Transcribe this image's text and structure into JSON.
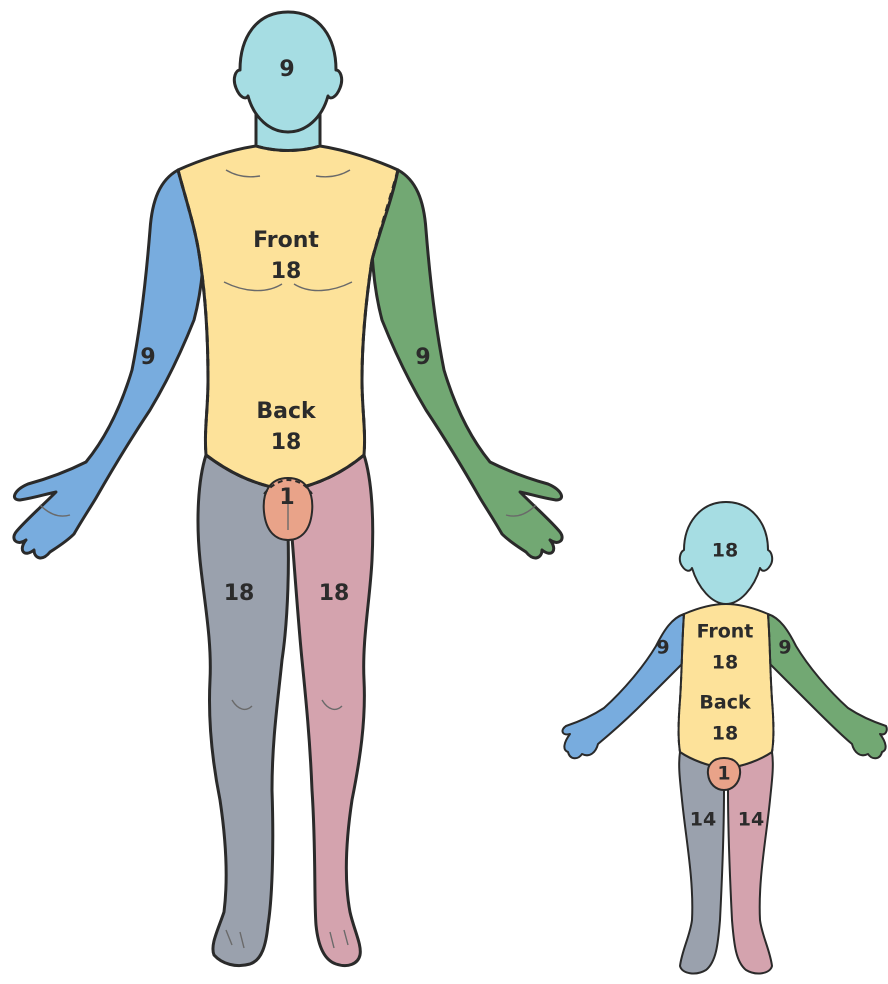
{
  "colors": {
    "head": "#a6dde3",
    "trunk": "#fde29a",
    "left_arm": "#78acde",
    "right_arm": "#72a873",
    "genitals": "#e9a389",
    "left_leg": "#9aa1ad",
    "right_leg": "#d4a3ae"
  },
  "adult": {
    "head": "9",
    "front_word": "Front",
    "front_value": "18",
    "back_word": "Back",
    "back_value": "18",
    "left_arm": "9",
    "right_arm": "9",
    "genitals": "1",
    "left_leg": "18",
    "right_leg": "18"
  },
  "child": {
    "head": "18",
    "front_word": "Front",
    "front_value": "18",
    "back_word": "Back",
    "back_value": "18",
    "left_arm": "9",
    "right_arm": "9",
    "genitals": "1",
    "left_leg": "14",
    "right_leg": "14"
  }
}
